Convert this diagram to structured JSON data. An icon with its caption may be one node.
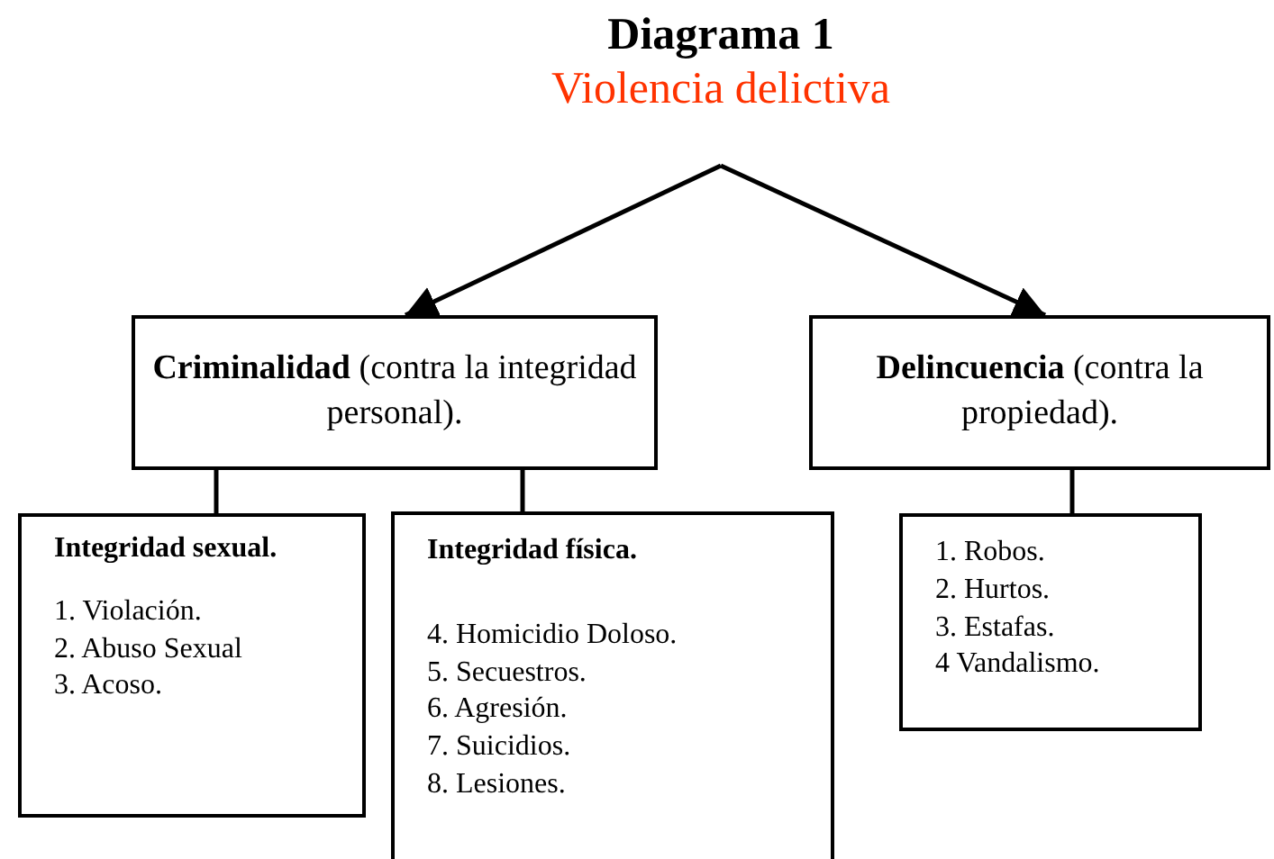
{
  "diagram": {
    "title": "Diagrama 1",
    "nodes": [
      {
        "text": [
          "Violencia delictiva"
        ]
      },
      {
        "text": [
          "**Criminalidad** (contra la integridad personal)."
        ]
      },
      {
        "text": [
          "**Delincuencia** (contra la propiedad)."
        ]
      },
      {
        "text": [
          "Integridad sexual.",
          "1. Violación.",
          "2. Abuso Sexual",
          "3. Acoso."
        ]
      },
      {
        "text": [
          "Integridad física.",
          "4. Homicidio Doloso.",
          "5. Secuestros.",
          "6. Agresión.",
          "7. Suicidios.",
          "8. Lesiones."
        ]
      },
      {
        "text": [
          "1. Robos.",
          "2. Hurtos.",
          "3. Estafas.",
          "4 Vandalismo."
        ]
      }
    ],
    "edges": [
      {
        "from": 0,
        "to": 1,
        "arrow": "to"
      },
      {
        "from": 0,
        "to": 2,
        "arrow": "to"
      },
      {
        "from": 1,
        "to": 3,
        "arrow": "none"
      },
      {
        "from": 1,
        "to": 4,
        "arrow": "none"
      },
      {
        "from": 2,
        "to": 5,
        "arrow": "none"
      }
    ]
  }
}
